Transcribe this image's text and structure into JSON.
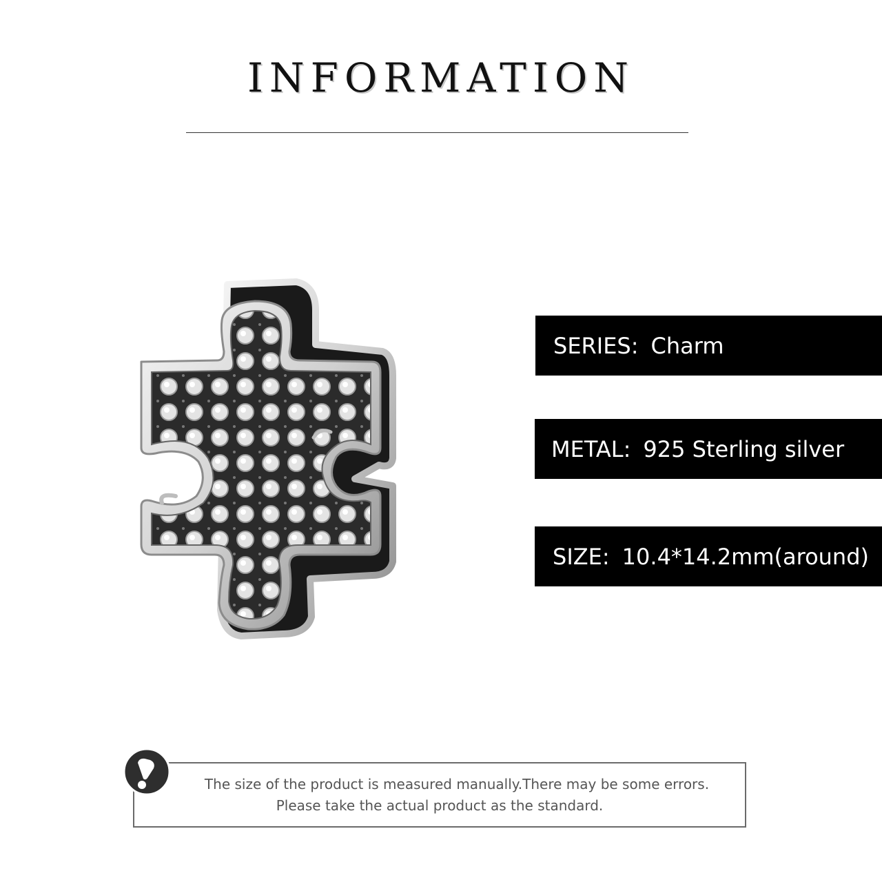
{
  "header": {
    "title": "INFORMATION"
  },
  "specs": [
    {
      "key": "SERIES:",
      "value": "Charm"
    },
    {
      "key": "METAL:",
      "value": "925 Sterling silver"
    },
    {
      "key": "SIZE:",
      "value": "10.4*14.2mm(around)"
    }
  ],
  "notice": {
    "line1": "The size of the product is measured manually.There may be some errors.",
    "line2": "Please take the actual product as the standard.",
    "icon": "exclamation-icon"
  },
  "colors": {
    "spec_bg": "#000000",
    "spec_text": "#ffffff",
    "notice_border": "#6a6a6a"
  }
}
